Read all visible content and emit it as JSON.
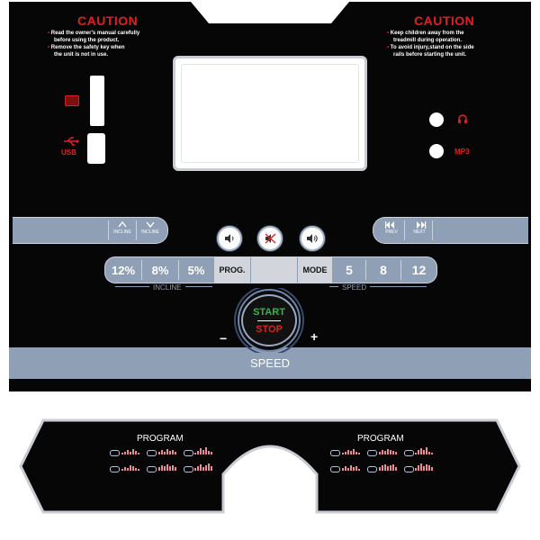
{
  "caution_left": {
    "title": "CAUTION",
    "lines": [
      "Read the owner's manual carefully",
      "before using the product.",
      "Remove the safety key when",
      "the unit is not in use."
    ]
  },
  "caution_right": {
    "title": "CAUTION",
    "lines": [
      "Keep children away from the",
      "treadmill during operation.",
      "To avoid injury,stand on the side",
      "rails before starting the unit."
    ]
  },
  "usb": {
    "label": "USB"
  },
  "audio": {
    "mp3_label": "MP3"
  },
  "incline_buttons": {
    "up_label": "INCLINE",
    "down_label": "INCLINE"
  },
  "track_buttons": {
    "prev_label": "PREV",
    "next_label": "NEXT"
  },
  "quick_bar": {
    "incline": [
      "12%",
      "8%",
      "5%"
    ],
    "prog_label": "PROG.",
    "mode_label": "MODE",
    "speed": [
      "5",
      "8",
      "12"
    ],
    "incline_caption": "INCLINE",
    "speed_caption": "SPEED"
  },
  "start_stop": {
    "start": "START",
    "stop": "STOP",
    "minus": "−",
    "plus": "+"
  },
  "speed_bar": {
    "label": "SPEED"
  },
  "program_panel": {
    "left_title": "PROGRAM",
    "right_title": "PROGRAM"
  },
  "colors": {
    "panel": "#060606",
    "accent_red": "#e02020",
    "steel": "#8f9fb5",
    "start_green": "#2fb84a"
  }
}
